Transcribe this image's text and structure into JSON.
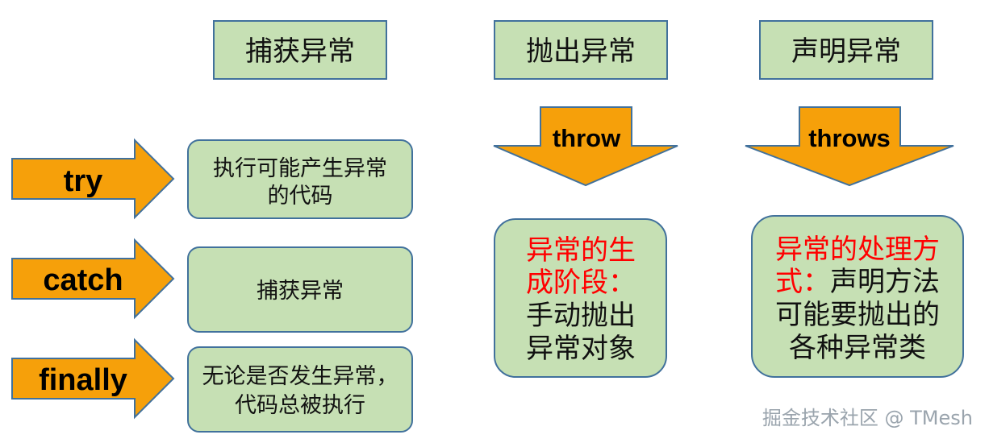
{
  "headers": {
    "catch_header": "捕获异常",
    "throw_header": "抛出异常",
    "declare_header": "声明异常"
  },
  "keywords": {
    "try": "try",
    "catch": "catch",
    "finally": "finally",
    "throw": "throw",
    "throws": "throws"
  },
  "boxes": {
    "try_desc": [
      "执行可能产生异常",
      "的代码"
    ],
    "catch_desc": "捕获异常",
    "finally_desc": [
      "无论是否发生异常，",
      "代码总被执行"
    ],
    "throw_desc": {
      "red_lines": [
        "异常的生",
        "成阶段："
      ],
      "black_lines": [
        "手动抛出",
        "异常对象"
      ]
    },
    "throws_desc": {
      "red_line1": "异常的处理方",
      "red_line2": "式：",
      "black_line2": "声明方法",
      "black_lines": [
        "可能要抛出的",
        "各种异常类"
      ]
    }
  },
  "colors": {
    "box_fill": "#c6e0b4",
    "border": "#41719c",
    "arrow_fill": "#f6a00a",
    "highlight_text": "#ff0000"
  },
  "watermark": "掘金技术社区 @ TMesh"
}
